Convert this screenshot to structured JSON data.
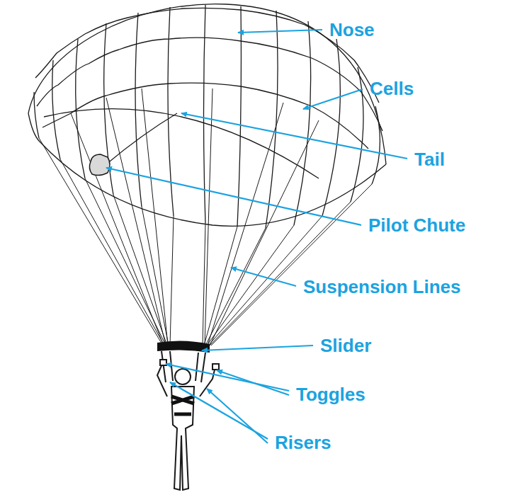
{
  "diagram": {
    "labels": [
      "Nose",
      "Cells",
      "Tail",
      "Pilot Chute",
      "Suspension Lines",
      "Slider",
      "Toggles",
      "Risers"
    ]
  }
}
